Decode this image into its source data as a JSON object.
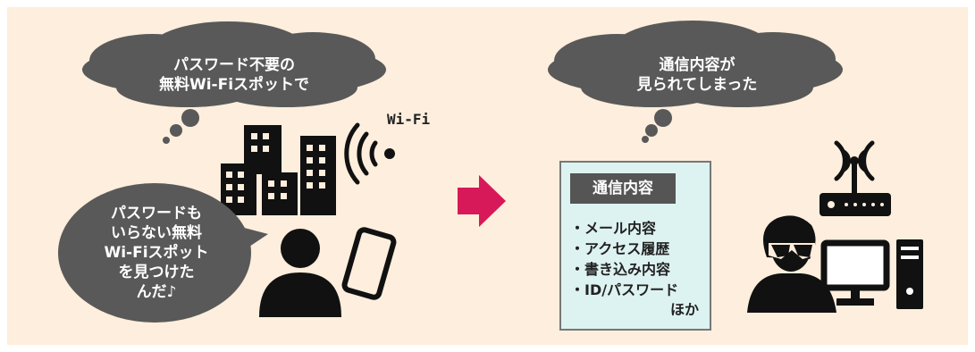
{
  "left_scene": {
    "thought_text": "パスワード不要の\n無料Wi-Fiスポットで",
    "wifi_label": "Wi-Fi",
    "speech_text": "パスワードも\nいらない無料\nWi-Fiスポット\nを見つけた\nんだ♪"
  },
  "right_scene": {
    "thought_text": "通信内容が\n見られてしまった",
    "note": {
      "title": "通信内容",
      "items": [
        "・メール内容",
        "・アクセス履歴",
        "・書き込み内容",
        "・ID/パスワード"
      ],
      "tail": "ほか"
    }
  },
  "colors": {
    "background": "#fdeedd",
    "bubble": "#595959",
    "arrow": "#d7195a",
    "note_bg": "#ddf3f1",
    "icon": "#111111"
  },
  "icons": [
    "thought-cloud",
    "buildings-icon",
    "wifi-waves-icon",
    "speech-bubble",
    "person-icon",
    "smartphone-icon",
    "arrow-right-icon",
    "router-icon",
    "hacker-icon",
    "computer-icon"
  ]
}
